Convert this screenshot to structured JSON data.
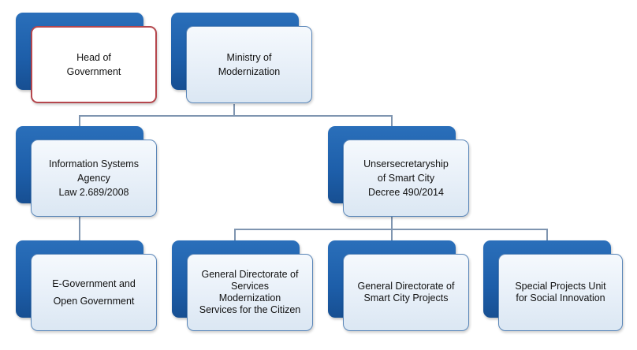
{
  "nodes": {
    "head": [
      "Head of",
      "Government"
    ],
    "ministry": [
      "Ministry of",
      "Modernization"
    ],
    "isa": [
      "Information Systems",
      "Agency",
      "Law 2.689/2008"
    ],
    "undersec": [
      "Unsersecretaryship",
      "of Smart City",
      "Decree 490/2014"
    ],
    "egov": [
      "E-Government and",
      "Open Government"
    ],
    "gdsm": [
      "General Directorate of",
      "Services",
      "Modernization",
      "Services for the Citizen"
    ],
    "gdscp": [
      "General Directorate of",
      "Smart City Projects"
    ],
    "spu": [
      "Special Projects Unit",
      "for Social Innovation"
    ]
  },
  "colors": {
    "box_back": "#1d5ea9",
    "box_front": "#e7eff8",
    "head_border": "#b5474d",
    "connector": "#7f95b0"
  }
}
